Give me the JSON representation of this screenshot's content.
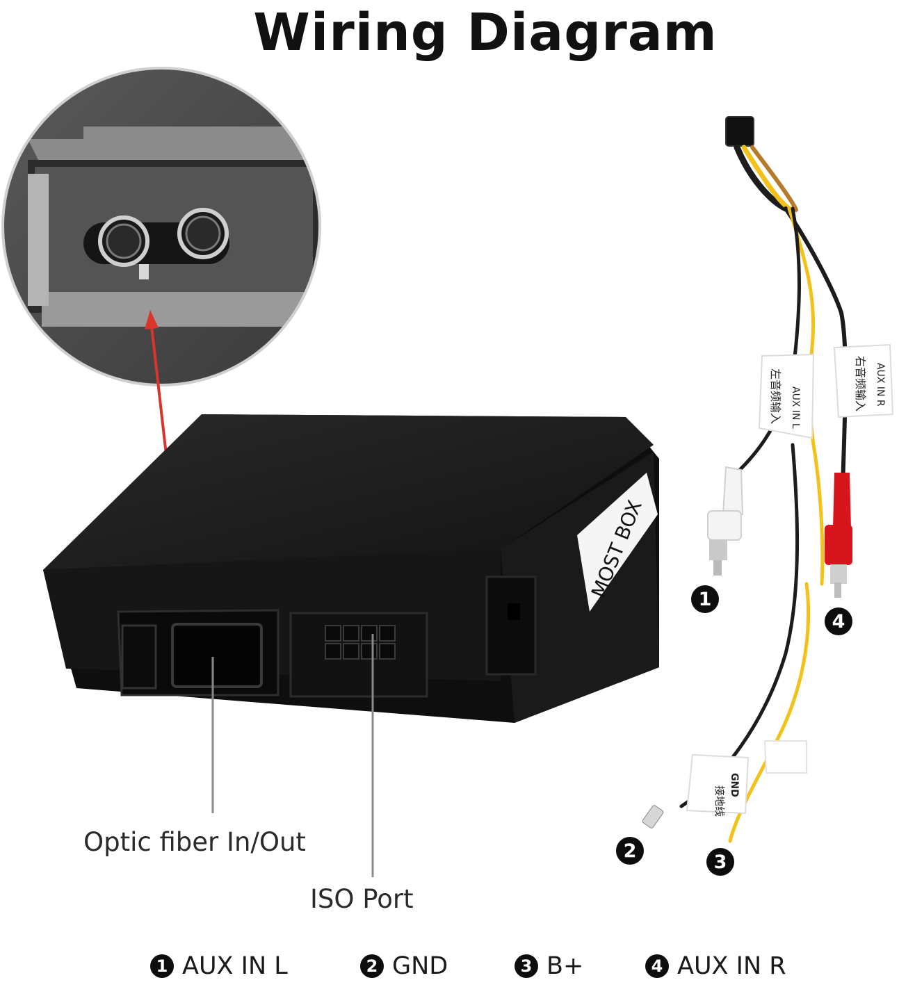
{
  "title": "Wiring Diagram",
  "device_label": "MOST BOX",
  "callouts": {
    "optic": "Optic fiber In/Out",
    "iso": "ISO Port"
  },
  "tags": {
    "aux_l_latin": "AUX IN L",
    "aux_l_cjk": "左音频输入",
    "aux_r_latin": "AUX IN R",
    "aux_r_cjk": "右音频输入",
    "gnd_latin": "GND",
    "gnd_cjk": "接地线"
  },
  "wire_markers": [
    "1",
    "2",
    "3",
    "4"
  ],
  "legend": [
    {
      "num": "1",
      "label": "AUX IN L"
    },
    {
      "num": "2",
      "label": "GND"
    },
    {
      "num": "3",
      "label": "B+"
    },
    {
      "num": "4",
      "label": "AUX IN R"
    }
  ],
  "colors": {
    "arrow": "#d9352b",
    "wire_yellow": "#f2c21b",
    "wire_black": "#1c1c1c",
    "rca_red": "#d6151c",
    "rca_white": "#f4f4f4",
    "box_body": "#141414"
  }
}
